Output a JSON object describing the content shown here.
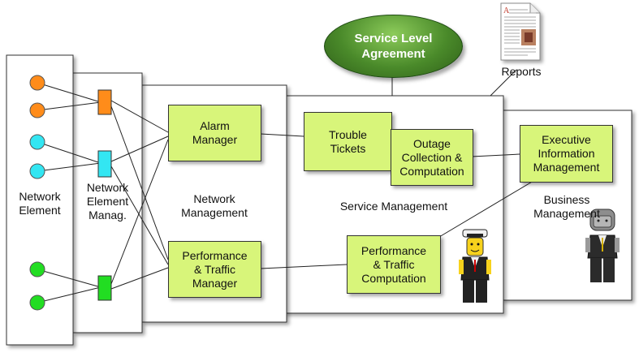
{
  "sla": {
    "label": "Service Level\nAgreement"
  },
  "reports": {
    "label": "Reports"
  },
  "layers": {
    "network_element": "Network\nElement",
    "network_element_manag": "Network\nElement\nManag.",
    "network_management": "Network\nManagement",
    "service_management": "Service Management",
    "business_management": "Business\nManagement"
  },
  "boxes": {
    "alarm_manager": "Alarm\nManager",
    "perf_traffic_manager": "Performance\n& Traffic\nManager",
    "trouble_tickets": "Trouble\nTickets",
    "outage": "Outage\nCollection &\nComputation",
    "perf_traffic_computation": "Performance\n& Traffic\nComputation",
    "exec_info": "Executive\nInformation\nManagement"
  },
  "colors": {
    "box_fill": "#d8f57a",
    "node_orange": "#ff8c1a",
    "node_cyan": "#33e6f2",
    "node_green": "#22dd22",
    "sla_green": "#4a8a2a"
  }
}
